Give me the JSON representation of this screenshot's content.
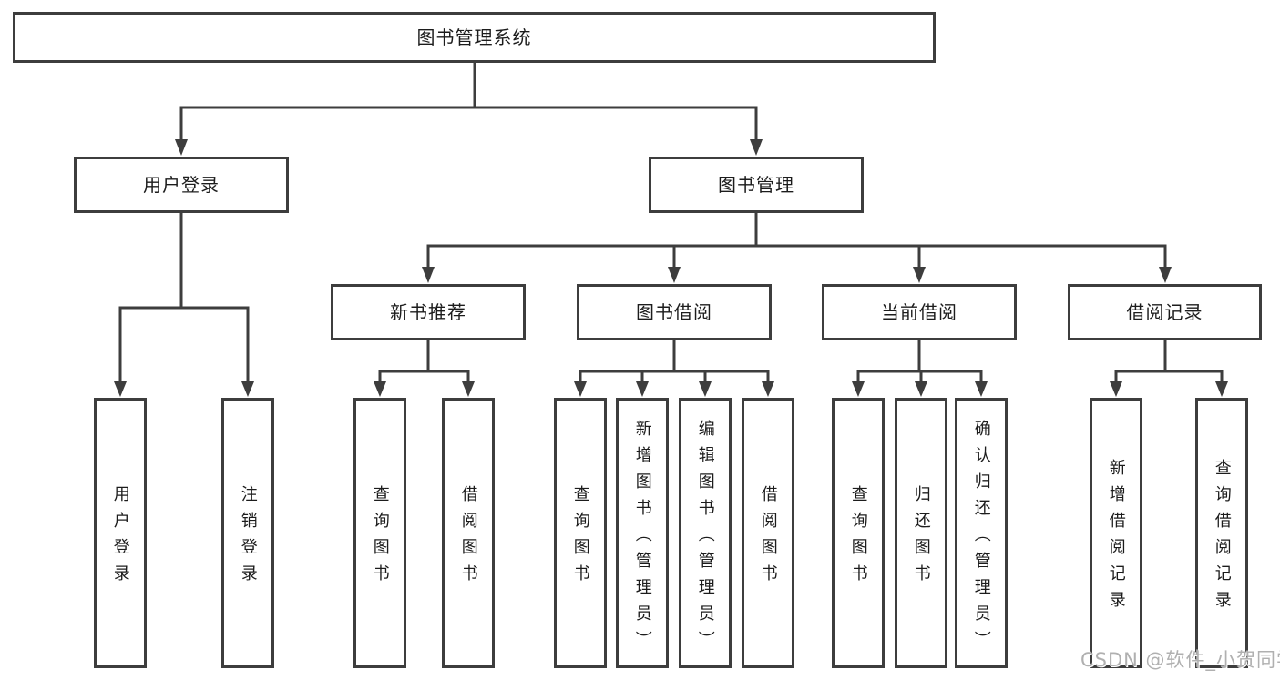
{
  "diagram": {
    "nodes": {
      "root": "图书管理系统",
      "user_login": "用户登录",
      "book_mgmt": "图书管理",
      "new_book_rec": "新书推荐",
      "book_borrow": "图书借阅",
      "current_borrow": "当前借阅",
      "borrow_record": "借阅记录",
      "leaf_user_login": "用户登录",
      "leaf_logout": "注销登录",
      "leaf_query_book_a": "查询图书",
      "leaf_borrow_book_a": "借阅图书",
      "leaf_query_book_b": "查询图书",
      "leaf_add_book": "新增图书（管理员）",
      "leaf_edit_book": "编辑图书（管理员）",
      "leaf_borrow_book_b": "借阅图书",
      "leaf_query_book_c": "查询图书",
      "leaf_return_book": "归还图书",
      "leaf_confirm_return": "确认归还（管理员）",
      "leaf_add_record": "新增借阅记录",
      "leaf_query_record": "查询借阅记录"
    },
    "hierarchy": {
      "图书管理系统": [
        "用户登录",
        "图书管理"
      ],
      "用户登录": [
        "用户登录",
        "注销登录"
      ],
      "图书管理": [
        "新书推荐",
        "图书借阅",
        "当前借阅",
        "借阅记录"
      ],
      "新书推荐": [
        "查询图书",
        "借阅图书"
      ],
      "图书借阅": [
        "查询图书",
        "新增图书（管理员）",
        "编辑图书（管理员）",
        "借阅图书"
      ],
      "当前借阅": [
        "查询图书",
        "归还图书",
        "确认归还（管理员）"
      ],
      "借阅记录": [
        "新增借阅记录",
        "查询借阅记录"
      ]
    },
    "colors": {
      "line": "#3d3d3d",
      "box_fill": "#ffffff",
      "text": "#1c1c1c",
      "watermark_text": "#b0b0b0"
    }
  },
  "watermark": "CSDN @软件_小贺同学"
}
